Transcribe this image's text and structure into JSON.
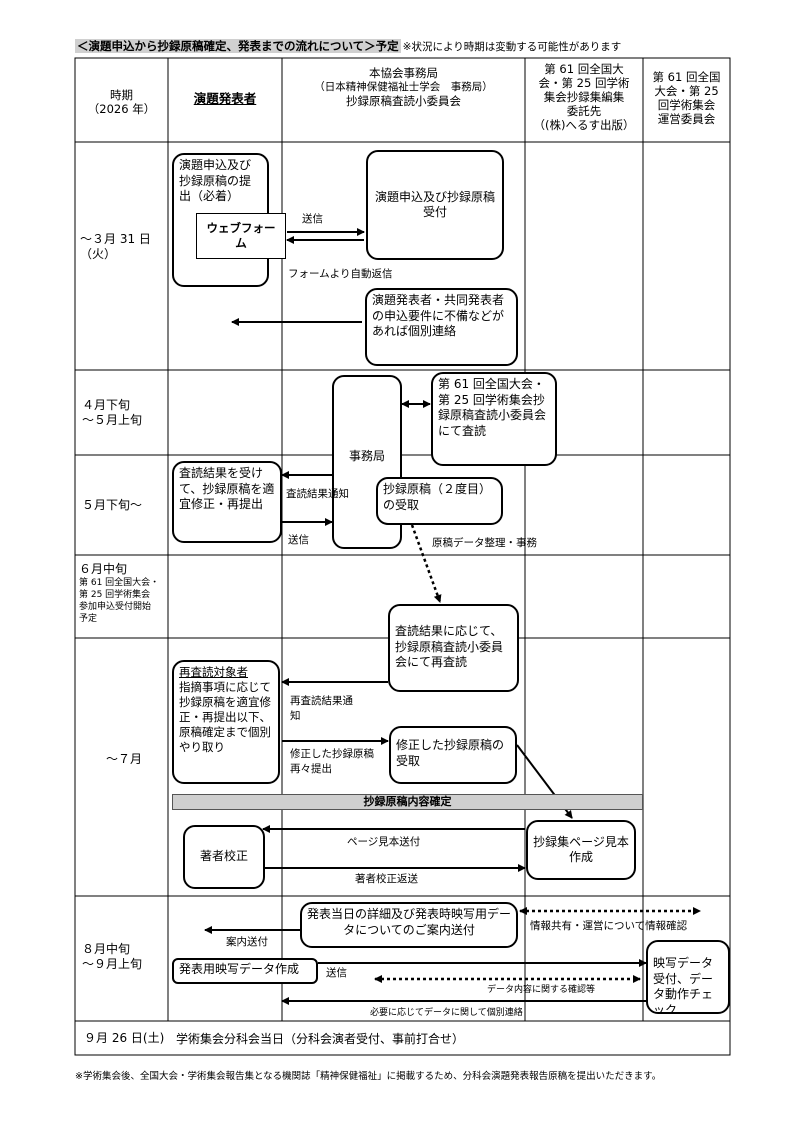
{
  "header": {
    "title": "＜演題申込から抄録原稿確定、発表までの流れについて＞予定",
    "note": "※状況により時期は変動する可能性があります"
  },
  "columns": {
    "period_line1": "時期",
    "period_line2": "（2026 年）",
    "presenter": "演題発表者",
    "office_line1": "本協会事務局",
    "office_line2": "（日本精神保健福祉士学会　事務局）",
    "office_line3": "抄録原稿査読小委員会",
    "publisher_line1": "第 61 回全国大",
    "publisher_line2": "会・第 25 回学術",
    "publisher_line3": "集会抄録集編集",
    "publisher_line4": "委託先",
    "publisher_line5": "（(株)へるす出版）",
    "committee_line1": "第 61 回全国",
    "committee_line2": "大会・第 25",
    "committee_line3": "回学術集会",
    "committee_line4": "運営委員会"
  },
  "periods": {
    "p1_line1": "～３月 31 日",
    "p1_line2": "（火）",
    "p2_line1": "４月下旬",
    "p2_line2": "～５月上旬",
    "p3": "５月下旬～",
    "p4_line1": "６月中旬",
    "p4_line2": "第 61 回全国大会・",
    "p4_line3": "第 25 回学術集会",
    "p4_line4": "参加申込受付開始",
    "p4_line5": "予定",
    "p5": "～７月",
    "p6_line1": "８月中旬",
    "p6_line2": "～９月上旬",
    "p7": "９月 26 日(土)"
  },
  "boxes": {
    "submit": "演題申込及び抄録原稿の提出（必着）",
    "webform": "ウェブフォーム",
    "receive": "演題申込及び抄録原稿受付",
    "deficiency": "演題発表者・共同発表者の申込要件に不備などがあれば個別連絡",
    "office": "事務局",
    "review": "第 61 回全国大会・第 25 回学術集会抄録原稿査読小委員会にて査読",
    "revise": "査読結果を受けて、抄録原稿を適宜修正・再提出",
    "receive2": "抄録原稿（２度目）の受取",
    "rereview": "査読結果に応じて、抄録原稿査読小委員会にて再査読",
    "rereview_target_title": "再査読対象者",
    "rereview_target_body": "指摘事項に応じて抄録原稿を適宜修正・再提出以下、原稿確定まで個別やり取り",
    "revised_receive": "修正した抄録原稿の受取",
    "author_proof": "著者校正",
    "proof_page": "抄録集ページ見本作成",
    "guide": "発表当日の詳細及び発表時映写用データについてのご案内送付",
    "make_data": "発表用映写データ作成",
    "data_check": "映写データ受付、データ動作チェック"
  },
  "labels": {
    "send": "送信",
    "auto_reply": "フォームより自動返信",
    "result_notice": "査読結果通知",
    "send2": "送信",
    "data_arrange": "原稿データ整理・事務",
    "rereview_notice": "再査読結果通知",
    "resubmit": "修正した抄録原稿再々提出",
    "page_send": "ページ見本送付",
    "proof_return": "著者校正返送",
    "info_share": "情報共有・運営について情報確認",
    "guide_send": "案内送付",
    "send3": "送信",
    "data_confirm": "データ内容に関する確認等",
    "individual": "必要に応じてデータに関して個別連絡"
  },
  "banner": "抄録原稿内容確定",
  "event_day": "学術集会分科会当日（分科会演者受付、事前打合せ）",
  "footer": "※学術集会後、全国大会・学術集会報告集となる機関誌「精神保健福祉」に掲載するため、分科会演題発表報告原稿を提出いただきます。"
}
